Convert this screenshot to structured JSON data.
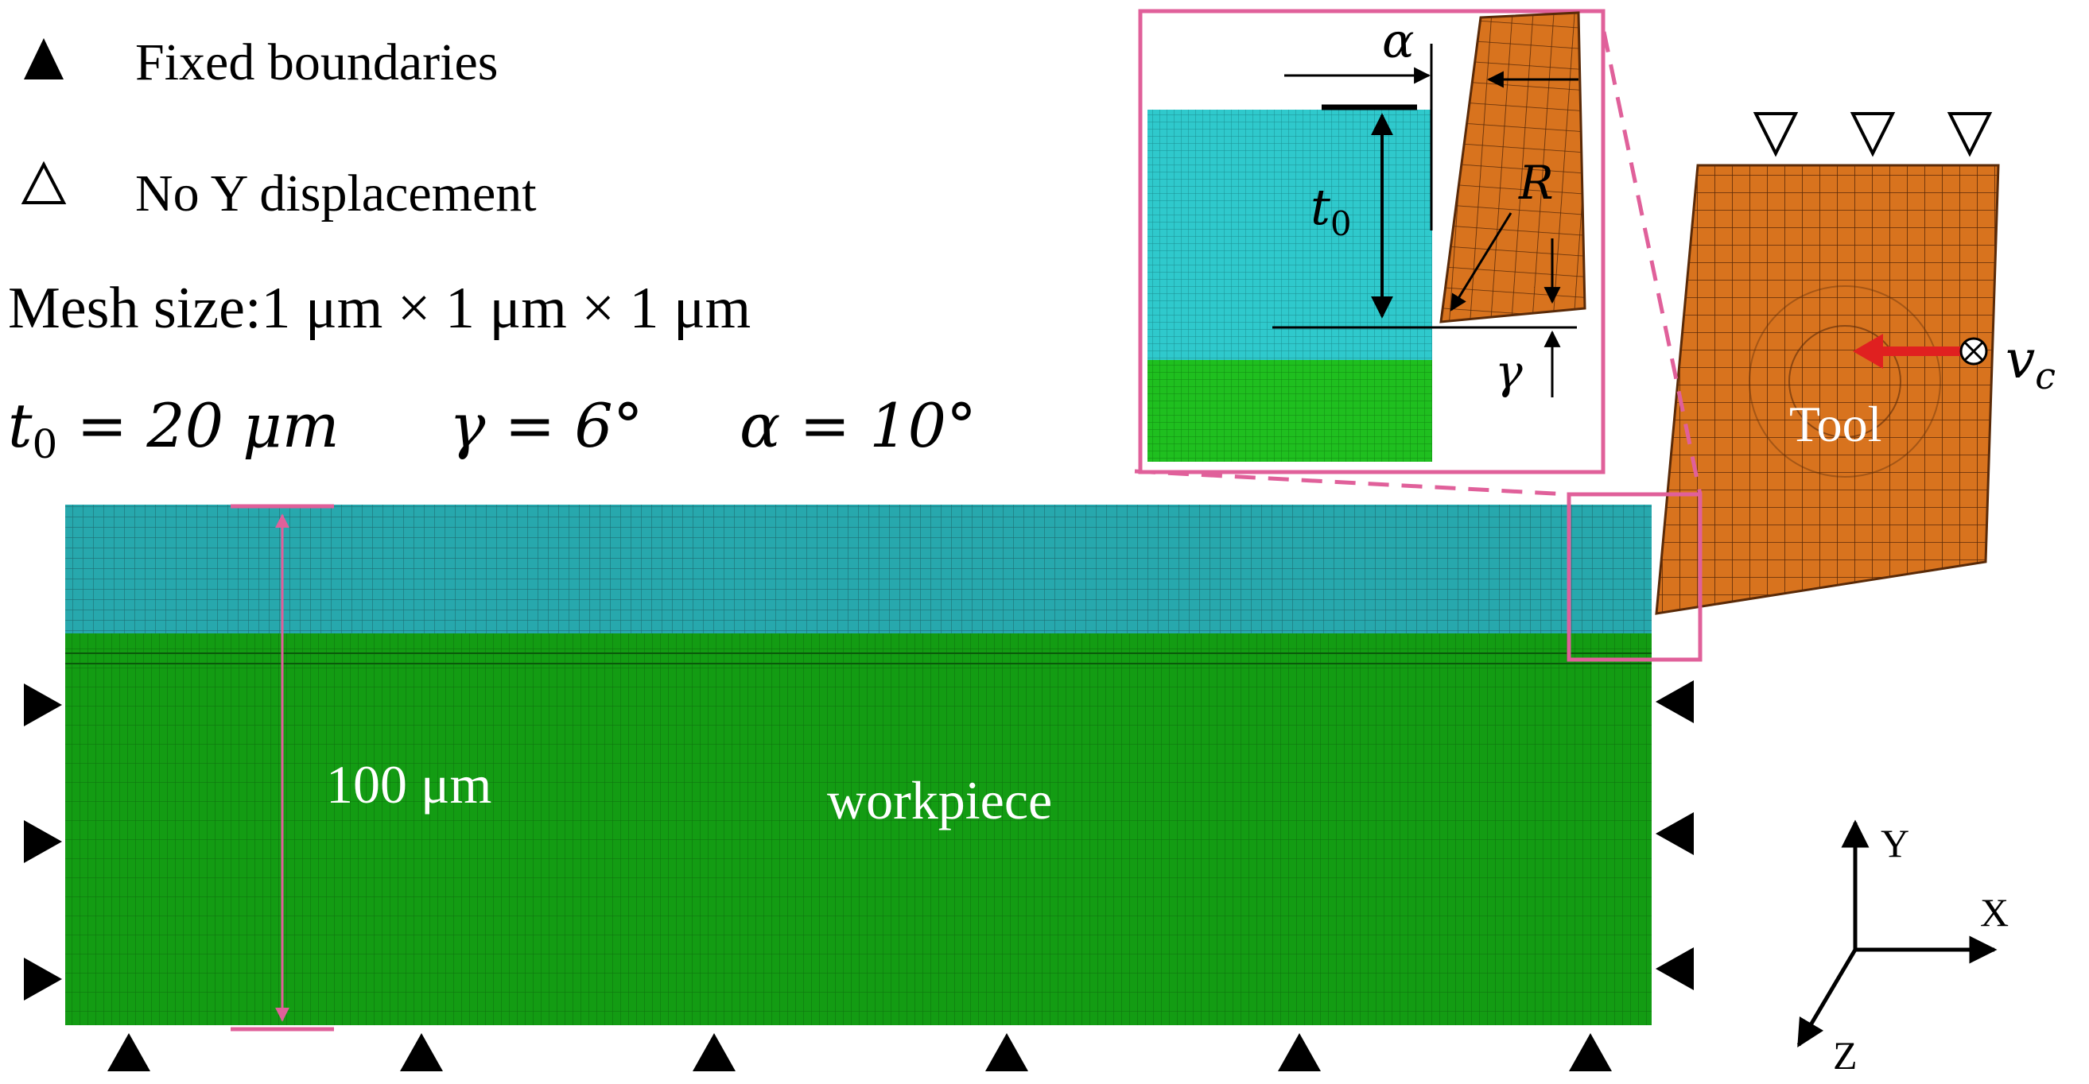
{
  "legend": {
    "fixed_label": "Fixed boundaries",
    "no_y_label": "No Y displacement",
    "mesh_size": "Mesh size:1 μm × 1 μm × 1 μm"
  },
  "parameters": {
    "t0_var": "t",
    "t0_sub": "0",
    "t0_rest": " = 20  μm",
    "gamma": "γ = 6°",
    "alpha": "α = 10°"
  },
  "workpiece": {
    "label": "workpiece",
    "thickness": "100 μm"
  },
  "tool": {
    "label": "Tool",
    "velocity_var": "v",
    "velocity_sub": "c"
  },
  "inset": {
    "alpha": "α",
    "t0_var": "t",
    "t0_sub": "0",
    "radius": "R",
    "gamma": "γ"
  },
  "axes": {
    "x": "X",
    "y": "Y",
    "z": "Z"
  },
  "colors": {
    "chip_layer": "#27a8ad",
    "workpiece": "#139c13",
    "tool": "#d8731e",
    "inset_border": "#e0609a",
    "velocity_arrow": "#e02020",
    "mesh_line": "#0a5a0a"
  }
}
